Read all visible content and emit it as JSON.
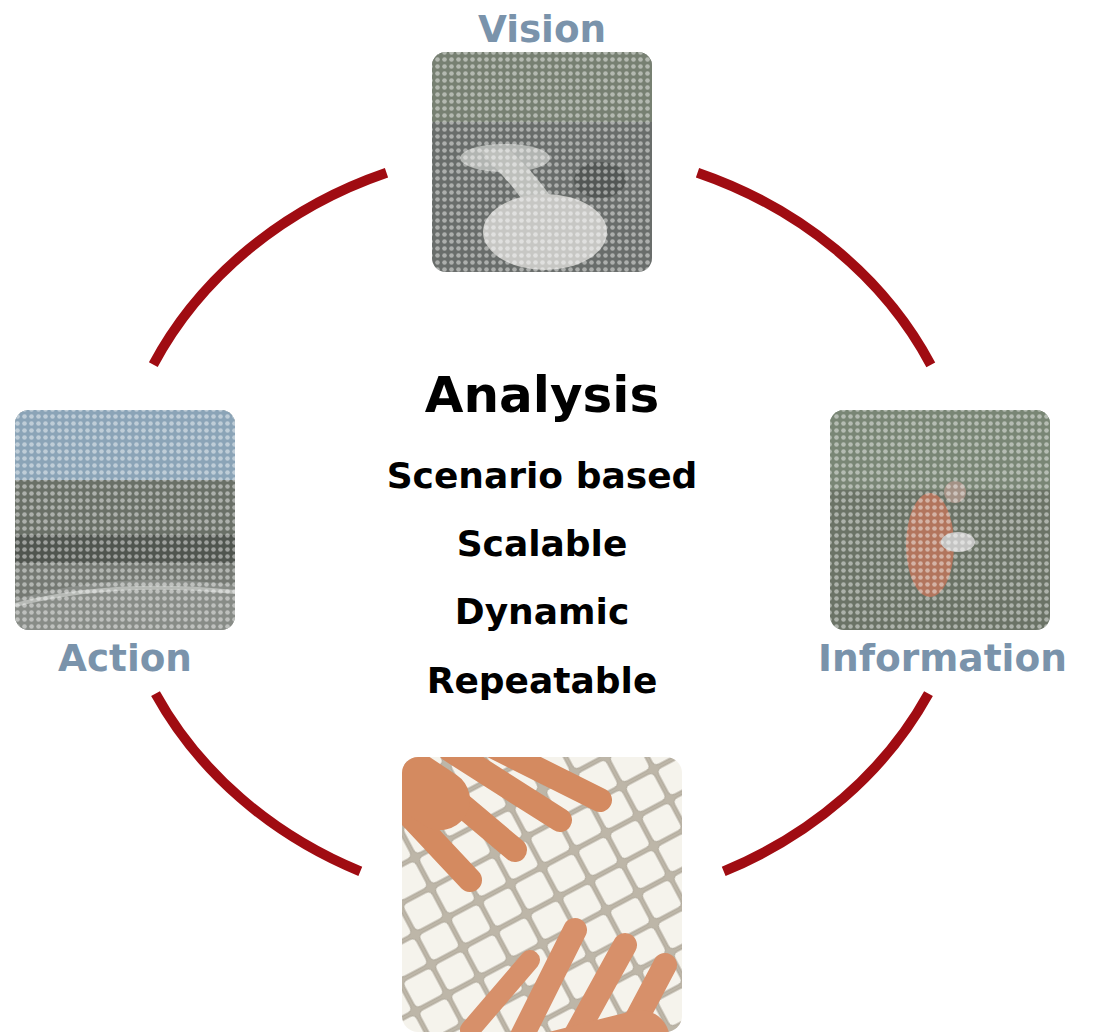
{
  "diagram": {
    "nodes": [
      {
        "text": [
          "Vision"
        ]
      },
      {
        "text": [
          "Action"
        ]
      },
      {
        "text": [
          "Information"
        ]
      }
    ],
    "edges": [
      {
        "from": 0,
        "to": 2,
        "arrow": "none"
      },
      {
        "from": 1,
        "to": 0,
        "arrow": "none"
      }
    ],
    "labels": [
      "Analysis",
      "Scenario based",
      "Scalable",
      "Dynamic",
      "Repeatable"
    ]
  }
}
